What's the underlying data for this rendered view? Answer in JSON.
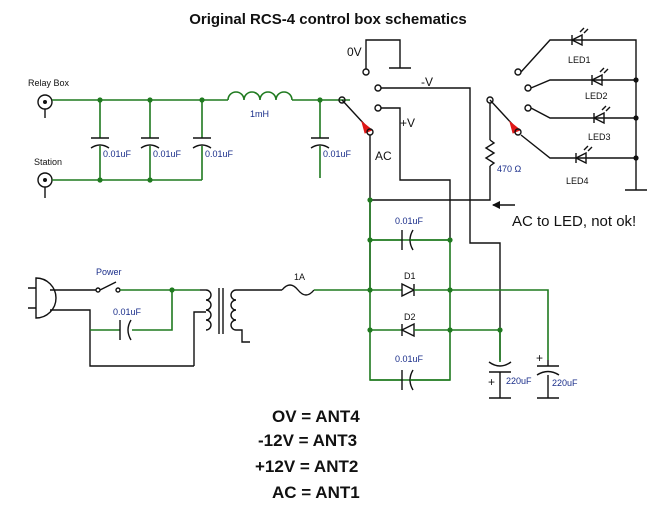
{
  "title": "Original RCS-4 control box schematics",
  "labels": {
    "relay_box": "Relay Box",
    "station": "Station",
    "power": "Power",
    "inductor": "1mH",
    "fuse": "1A",
    "resistor": "470 Ω",
    "ov": "0V",
    "neg_v": "-V",
    "pos_v": "+V",
    "ac": "AC",
    "d1": "D1",
    "d2": "D2",
    "led1": "LED1",
    "led2": "LED2",
    "led3": "LED3",
    "led4": "LED4"
  },
  "capacitors": {
    "c1": "0.01uF",
    "c2": "0.01uF",
    "c3": "0.01uF",
    "c4": "0.01uF",
    "c_power": "0.01uF",
    "c_bridge_top": "0.01uF",
    "c_bridge_bottom": "0.01uF",
    "c_elec1": "220uF",
    "c_elec2": "220uF"
  },
  "annotation": "AC to LED, not ok!",
  "mapping": [
    "OV = ANT4",
    "-12V = ANT3",
    "+12V = ANT2",
    "AC = ANT1"
  ]
}
